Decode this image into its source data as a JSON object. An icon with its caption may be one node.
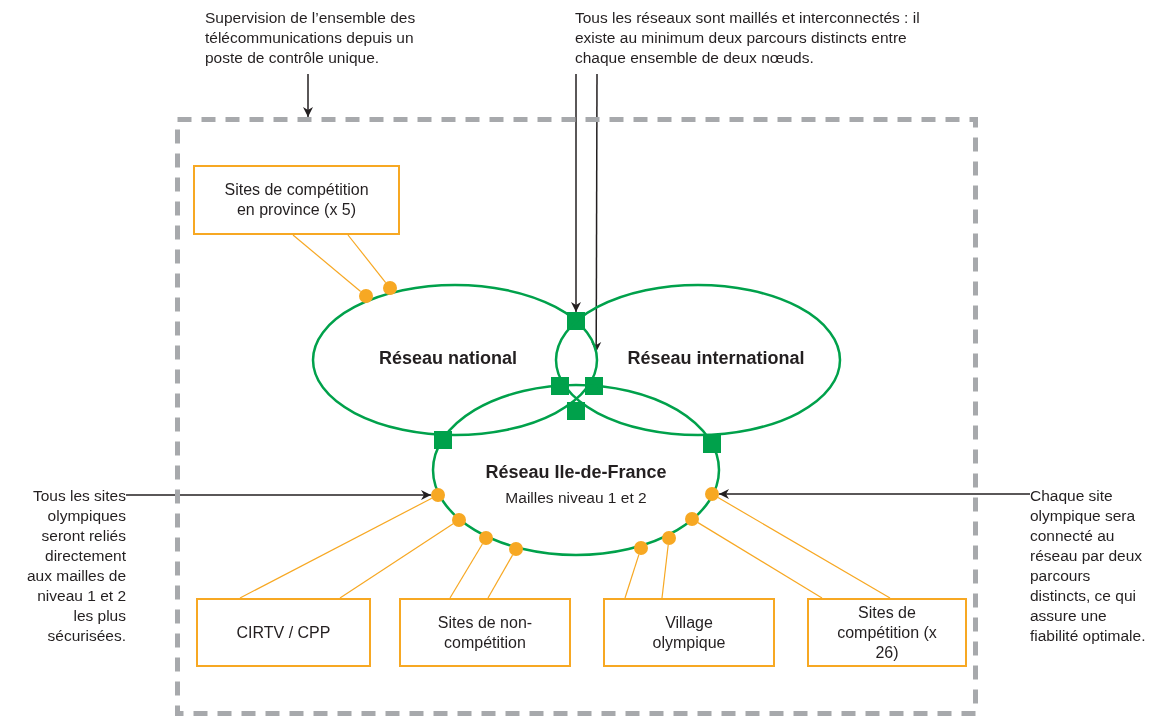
{
  "diagram": {
    "nodes": [
      {
        "text": [
          "Supervision de l’ensemble des télécommunications depuis un poste de contrôle unique."
        ]
      },
      {
        "text": [
          "Tous les réseaux sont maillés et interconnectés : il existe au minimum deux parcours distincts entre chaque ensemble de deux nœuds."
        ]
      },
      {
        "text": [],
        "shape": "box"
      },
      {
        "text": [
          "Sites de compétition en province (x 5)"
        ],
        "in": 2
      },
      {
        "text": [
          "Réseau national"
        ],
        "in": 2
      },
      {
        "text": [
          "Réseau international"
        ],
        "in": 2
      },
      {
        "text": [
          "Réseau Ile-de-France",
          "Mailles niveau 1 et 2"
        ],
        "in": 2
      },
      {
        "text": [
          "Tous les sites olympiques seront reliés directement aux mailles de niveau 1 et 2 les plus sécurisées."
        ]
      },
      {
        "text": [
          "Chaque site olympique sera connecté au réseau par deux parcours distincts, ce qui assure une fiabilité optimale."
        ]
      },
      {
        "text": [
          "CIRTV / CPP"
        ],
        "in": 2
      },
      {
        "text": [
          "Sites de non-compétition"
        ],
        "in": 2
      },
      {
        "text": [
          "Village olympique"
        ],
        "in": 2
      },
      {
        "text": [
          "Sites de compétition (x 26)"
        ],
        "in": 2
      },
      {
        "text": [],
        "shape": "box",
        "in": 4
      },
      {
        "text": [],
        "shape": "box",
        "in": 4
      },
      {
        "text": [],
        "shape": "box",
        "in": 5
      },
      {
        "text": [],
        "shape": "box",
        "in": 6
      },
      {
        "text": [],
        "shape": "box",
        "in": 6
      },
      {
        "text": [],
        "shape": "box",
        "in": 2
      },
      {
        "text": [],
        "shape": "circle",
        "in": 2
      },
      {
        "text": [],
        "shape": "circle",
        "in": 2
      },
      {
        "text": [],
        "shape": "circle",
        "in": 2
      },
      {
        "text": [],
        "shape": "circle",
        "in": 2
      },
      {
        "text": [],
        "shape": "circle",
        "in": 2
      },
      {
        "text": [],
        "shape": "circle",
        "in": 2
      },
      {
        "text": [],
        "shape": "circle",
        "in": 2
      },
      {
        "text": [],
        "shape": "circle",
        "in": 2
      },
      {
        "text": [],
        "shape": "circle",
        "in": 6
      },
      {
        "text": [],
        "shape": "circle",
        "in": 6
      }
    ],
    "edges": [
      {
        "from": 0,
        "to": 2,
        "arrow": "to",
        "color": "#231f20"
      },
      {
        "from": 1,
        "to": 13,
        "arrow": "to",
        "color": "#231f20"
      },
      {
        "from": 1,
        "to": 4,
        "arrow": "to",
        "color": "#231f20"
      },
      {
        "from": 7,
        "to": 21,
        "arrow": "to",
        "color": "#231f20"
      },
      {
        "from": 8,
        "to": 28,
        "arrow": "to",
        "color": "#231f20"
      },
      {
        "from": 3,
        "to": 19,
        "arrow": "none"
      },
      {
        "from": 3,
        "to": 20,
        "arrow": "none"
      },
      {
        "from": 9,
        "to": 21,
        "arrow": "none"
      },
      {
        "from": 9,
        "to": 22,
        "arrow": "none"
      },
      {
        "from": 10,
        "to": 23,
        "arrow": "none"
      },
      {
        "from": 10,
        "to": 24,
        "arrow": "none"
      },
      {
        "from": 11,
        "to": 25,
        "arrow": "none"
      },
      {
        "from": 11,
        "to": 26,
        "arrow": "none"
      },
      {
        "from": 12,
        "to": 27,
        "arrow": "none"
      },
      {
        "from": 12,
        "to": 28,
        "arrow": "none"
      }
    ]
  }
}
